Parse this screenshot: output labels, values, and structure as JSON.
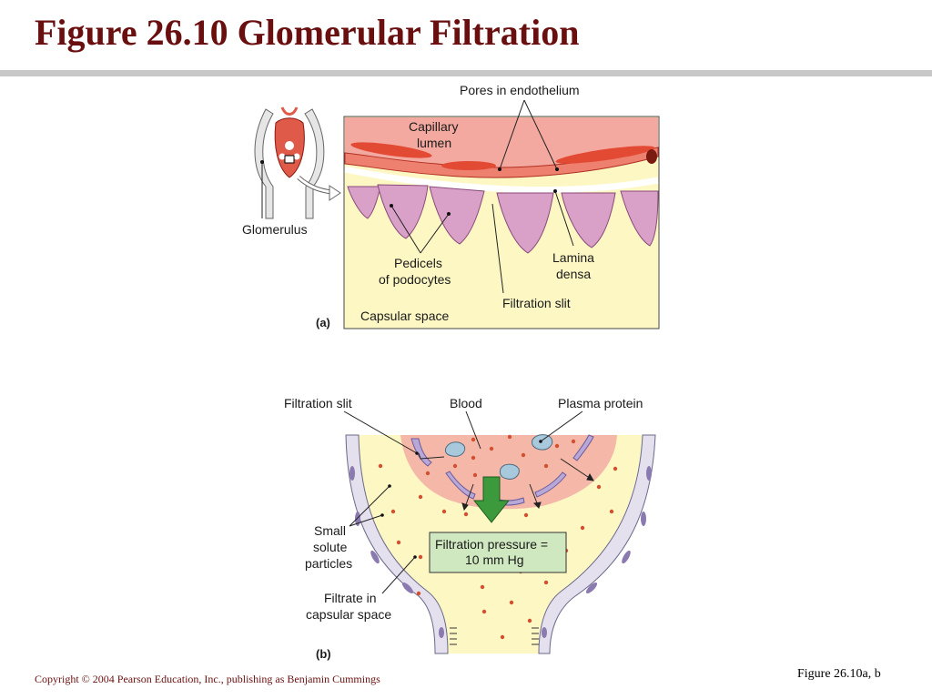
{
  "slide": {
    "title": "Figure 26.10  Glomerular Filtration",
    "copyright": "Copyright © 2004 Pearson Education, Inc., publishing as Benjamin Cummings",
    "figure_ref": "Figure 26.10a, b"
  },
  "panel_a": {
    "tag": "(a)",
    "labels": {
      "pores": "Pores in endothelium",
      "capillary_1": "Capillary",
      "capillary_2": "lumen",
      "glomerulus": "Glomerulus",
      "pedicels_1": "Pedicels",
      "pedicels_2": "of podocytes",
      "lamina_1": "Lamina",
      "lamina_2": "densa",
      "filtration_slit": "Filtration slit",
      "capsular_space": "Capsular space"
    }
  },
  "panel_b": {
    "tag": "(b)",
    "labels": {
      "filtration_slit": "Filtration slit",
      "blood": "Blood",
      "plasma_protein": "Plasma protein",
      "small_1": "Small",
      "small_2": "solute",
      "small_3": "particles",
      "filtrate_1": "Filtrate in",
      "filtrate_2": "capsular space",
      "pressure_1": "Filtration pressure =",
      "pressure_2": "10 mm Hg"
    }
  },
  "colors": {
    "title": "#6a0f0f",
    "capillary": "#f4a9a0",
    "capsular_fill": "#fdf7c4",
    "podocyte": "#d9a0c8",
    "arrow": "#3c9a3c",
    "pressure_box": "#cfe8c0"
  }
}
